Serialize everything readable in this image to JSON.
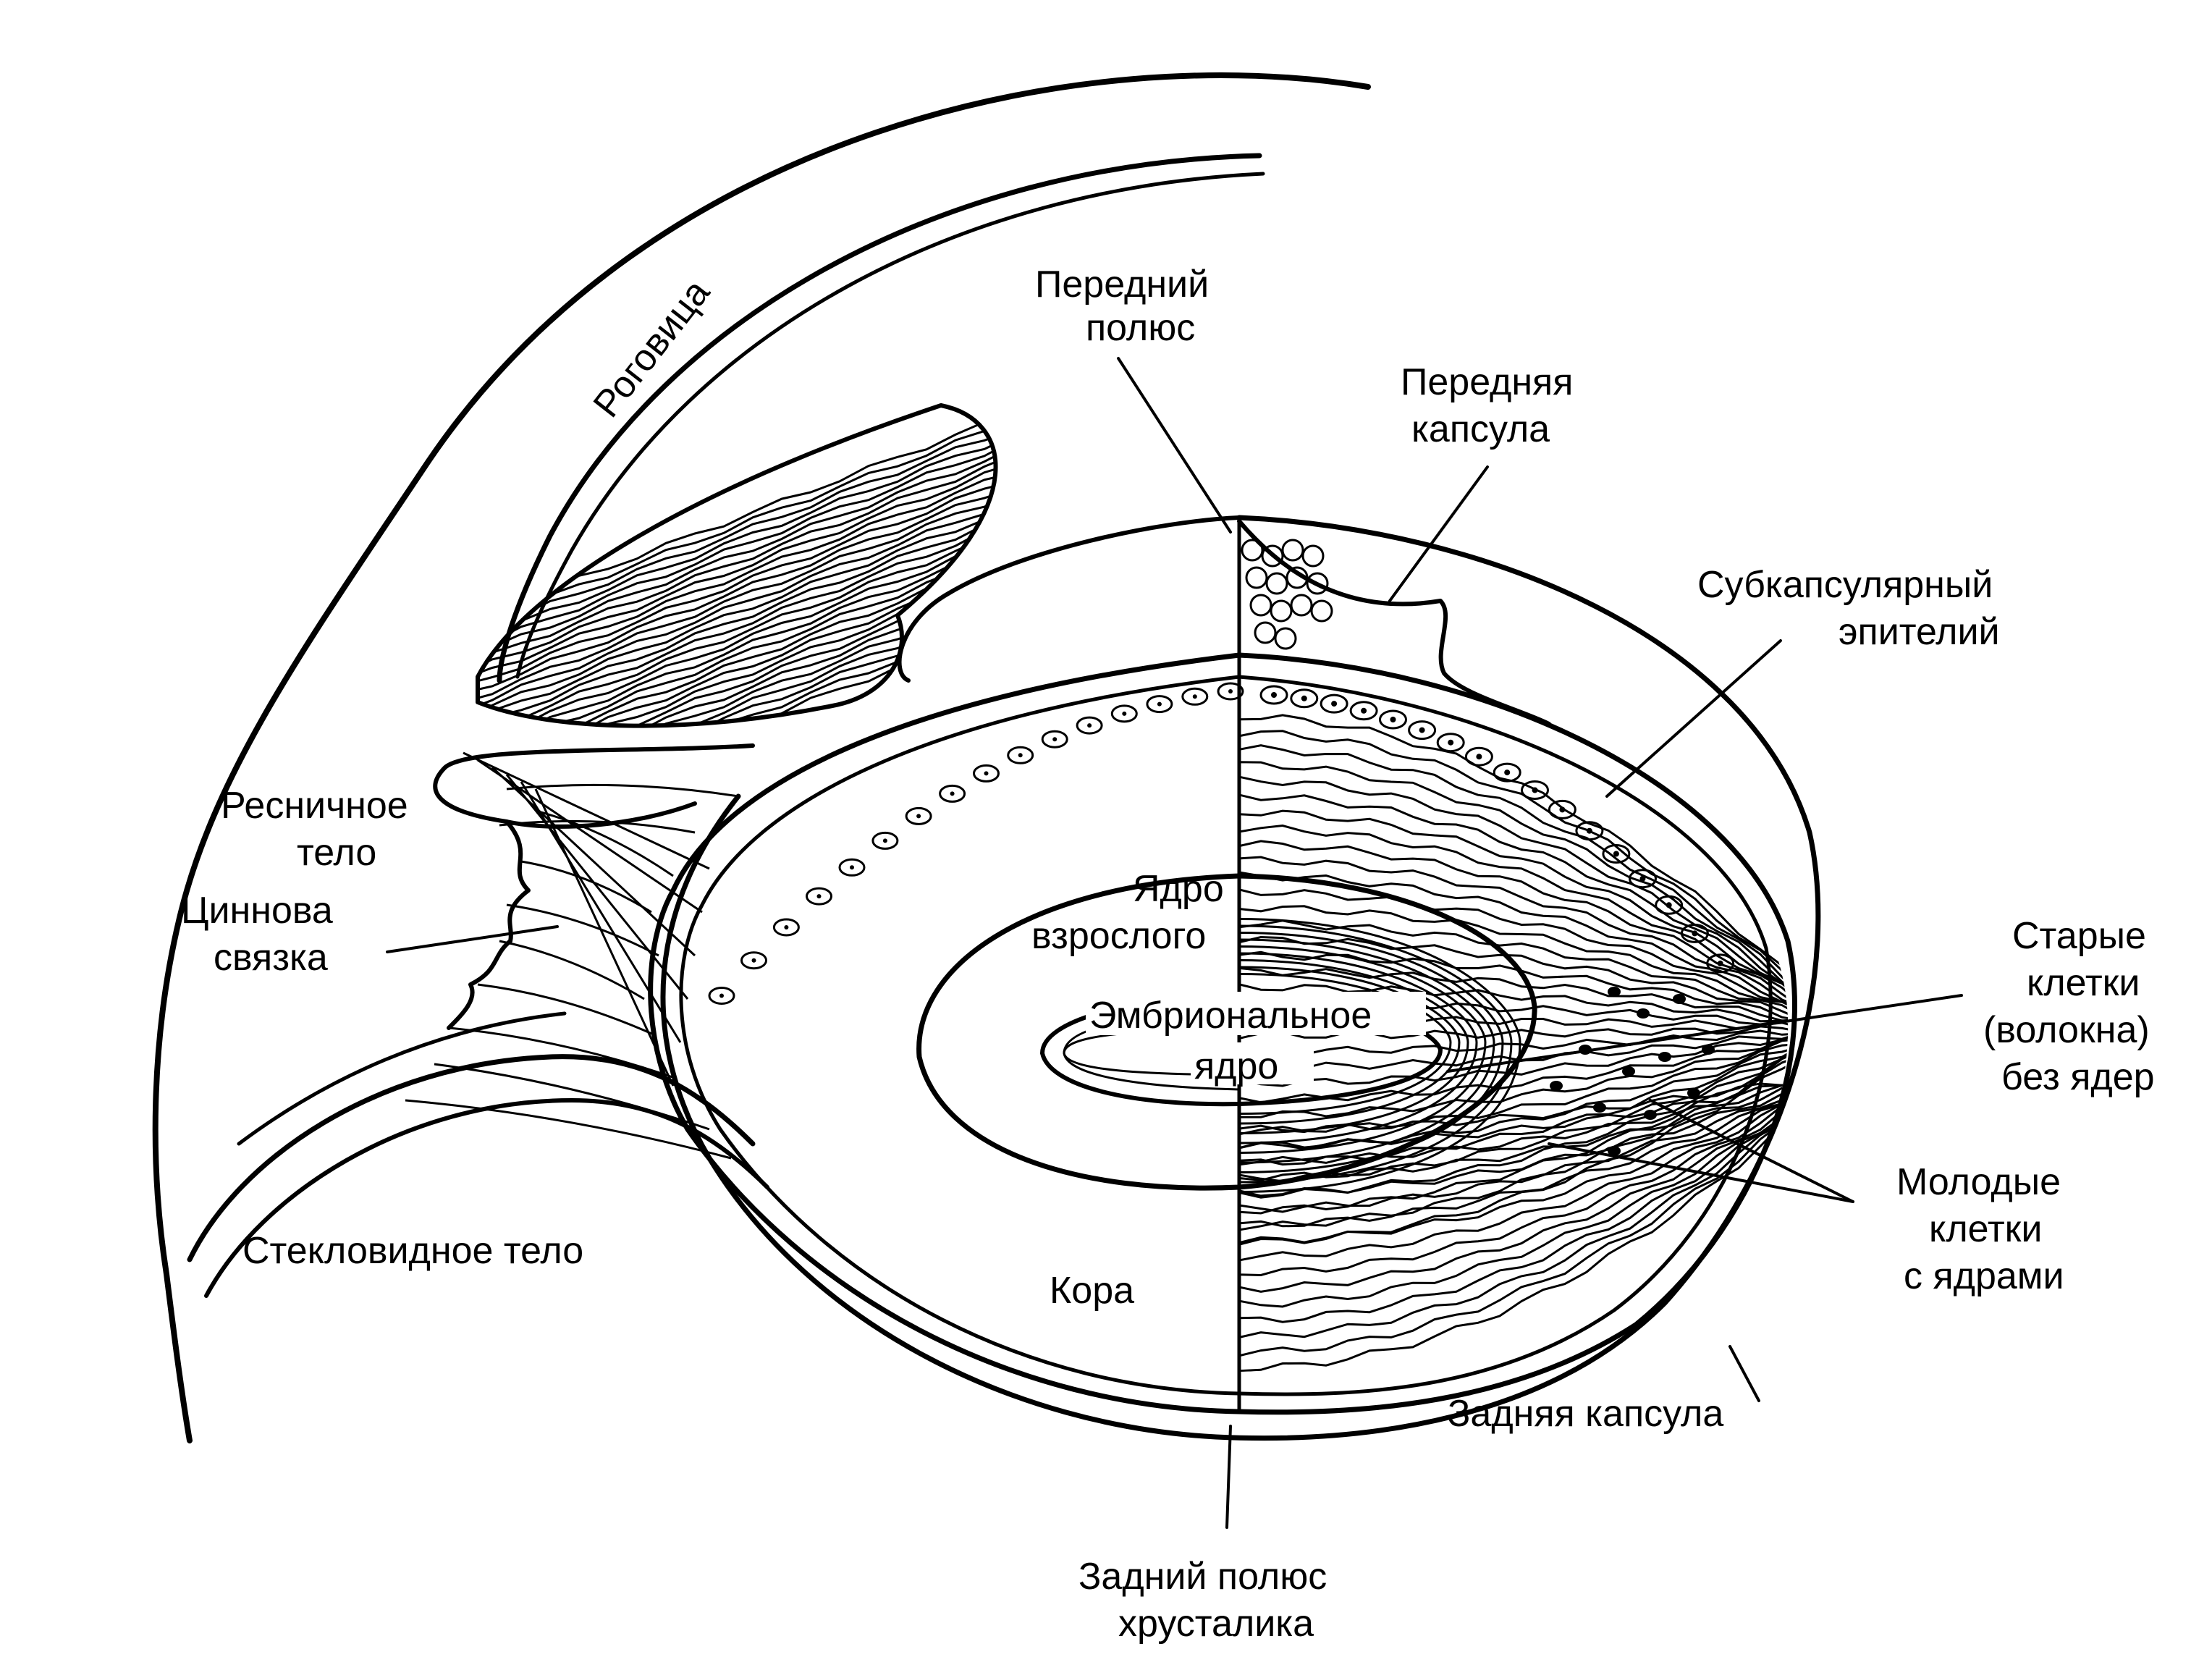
{
  "labels": {
    "cornea": "Роговица",
    "anterior_pole_line1": "Передний",
    "anterior_pole_line2": "полюс",
    "anterior_capsule_line1": "Передняя",
    "anterior_capsule_line2": "капсула",
    "subcapsular_epithelium_line1": "Субкапсулярный",
    "subcapsular_epithelium_line2": "эпителий",
    "ciliary_body_line1": "Ресничное",
    "ciliary_body_line2": "тело",
    "zonule_line1": "Циннова",
    "zonule_line2": "связка",
    "adult_nucleus_line1": "Ядро",
    "adult_nucleus_line2": "взрослого",
    "embryonic_nucleus_line1": "Эмбриональное",
    "embryonic_nucleus_line2": "ядро",
    "old_cells_line1": "Старые",
    "old_cells_line2": "клетки",
    "old_cells_line3": "(волокна)",
    "old_cells_line4": "без ядер",
    "young_cells_line1": "Молодые",
    "young_cells_line2": "клетки",
    "young_cells_line3": "с ядрами",
    "vitreous_body": "Стекловидное тело",
    "cortex": "Кора",
    "posterior_capsule": "Задняя капсула",
    "posterior_pole_line1": "Задний полюс",
    "posterior_pole_line2": "хрусталика"
  }
}
